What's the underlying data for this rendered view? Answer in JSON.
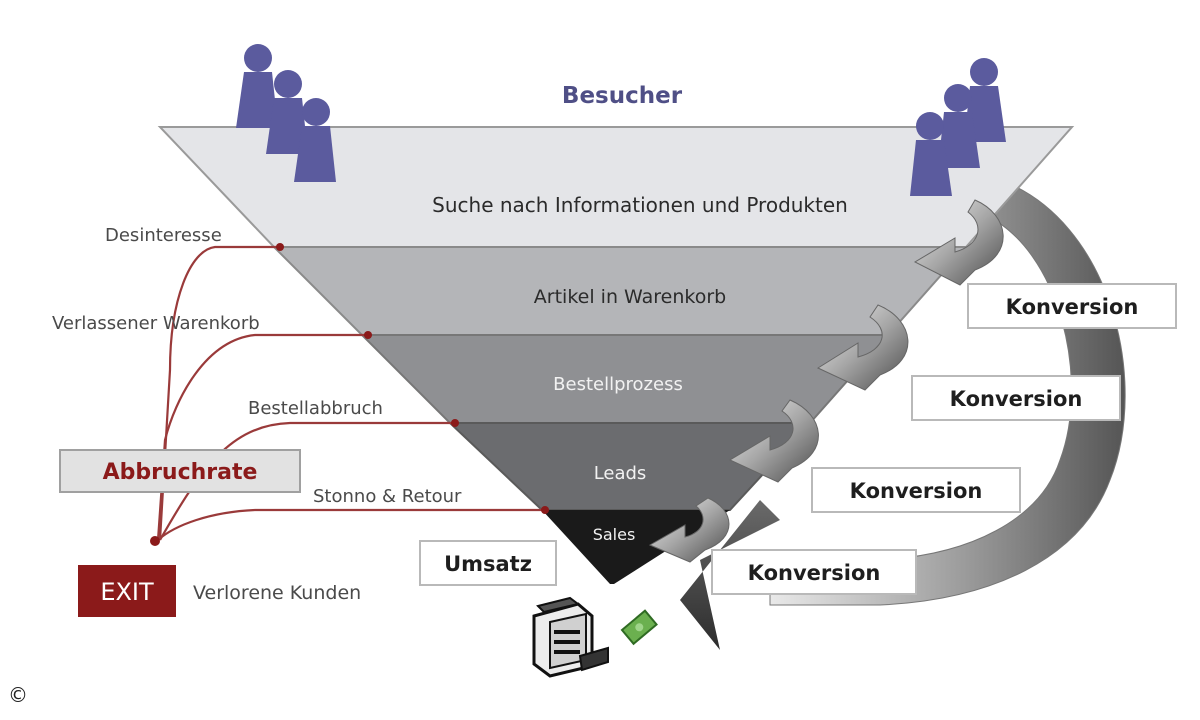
{
  "title": "Besucher",
  "funnel": {
    "levels": [
      {
        "label": "Suche nach Informationen und Produkten",
        "color": "#e4e5e8"
      },
      {
        "label": "Artikel in Warenkorb",
        "color": "#b4b5b8"
      },
      {
        "label": "Bestellprozess",
        "color": "#8f9093"
      },
      {
        "label": "Leads",
        "color": "#6b6c6f"
      },
      {
        "label": "Sales",
        "color": "#1a1a1a"
      }
    ]
  },
  "dropoffs": {
    "items": [
      "Desinteresse",
      "Verlassener Warenkorb",
      "Bestellabbruch",
      "Stonno & Retour"
    ],
    "abbruchrate": "Abbruchrate",
    "exit": "EXIT",
    "exit_caption": "Verlorene Kunden"
  },
  "conversions": [
    "Konversion",
    "Konversion",
    "Konversion",
    "Konversion"
  ],
  "umsatz": "Umsatz",
  "copyright": "©",
  "colors": {
    "people": "#5b5b9e",
    "dropline": "#9a3a3a",
    "exit_bg": "#8b1a1a",
    "abbruchrate_bg": "#e2e2e2"
  },
  "icons": [
    "person-icon",
    "cash-register-icon",
    "banknote-icon",
    "curved-arrow-icon"
  ]
}
